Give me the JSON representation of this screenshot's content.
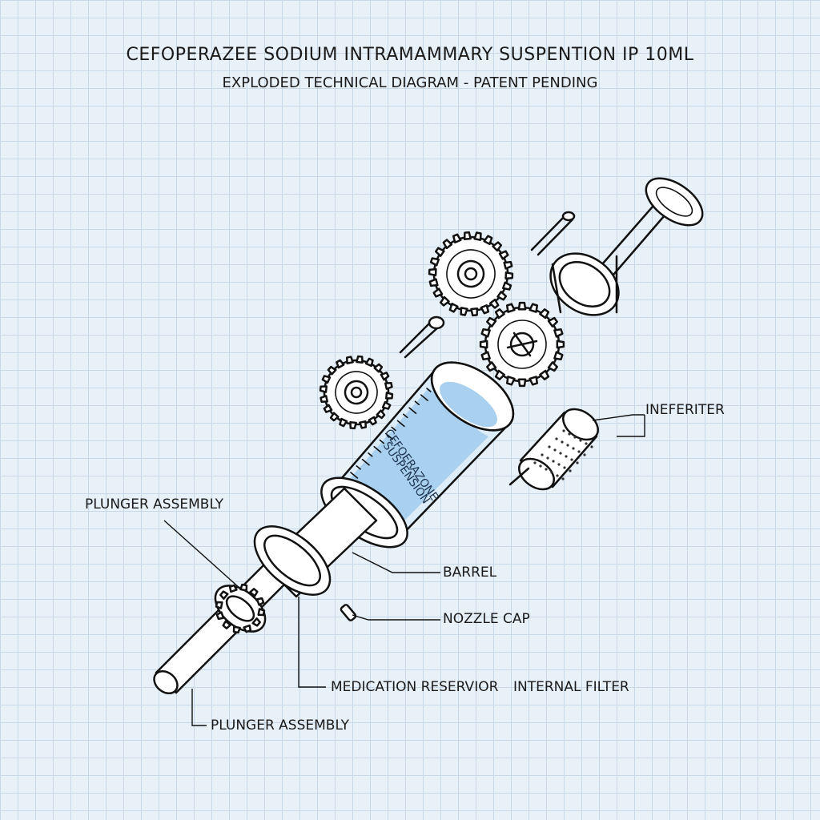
{
  "header": {
    "title": "CEFOPERAZEE SODIUM INTRAMAMMARY SUSPENTION IP 10ML",
    "subtitle": "EXPLODED TECHNICAL DIAGRAM - PATENT PENDING"
  },
  "barrel_text": {
    "line1": "CEFOERAZONE",
    "line2": "SUSPENSION"
  },
  "labels": {
    "inefeiter": "INEFERITER",
    "plunger_assembly_top": "PLUNGER ASSEMBLY",
    "barrel": "BARREL",
    "nozzle_cap": "NOZZLE CAP",
    "medication_reservoir": "MEDICATION RESERVIOR",
    "internal_filter": "INTERNAL FILTER",
    "plunger_assembly_bottom": "PLUNGER ASSEMBLY"
  },
  "colors": {
    "background": "#e8f0f8",
    "grid": "#c9d8e8",
    "liquid": "#a9d0ee",
    "line": "#111111"
  }
}
